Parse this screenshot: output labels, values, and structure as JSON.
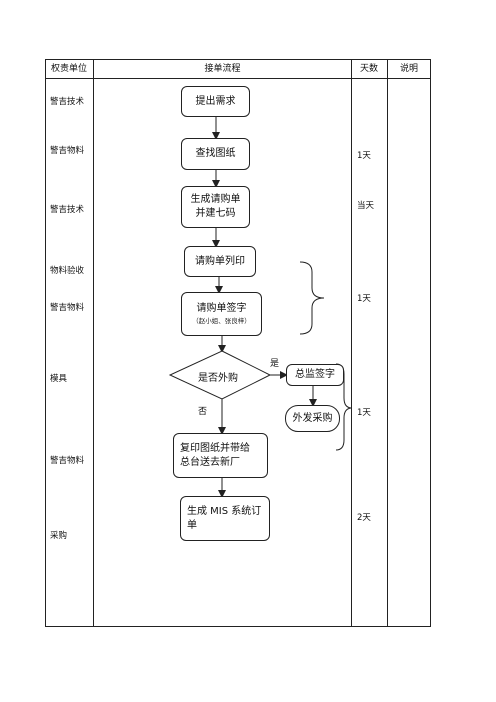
{
  "headers": {
    "dept": "权责单位",
    "flow": "接单流程",
    "days": "天数",
    "note": "说明"
  },
  "departments": [
    "警吉技术",
    "警吉物料",
    "警吉技术",
    "物料验收",
    "警吉物料",
    "模具",
    "警吉物料",
    "采购"
  ],
  "days": [
    "1天",
    "当天",
    "1天",
    "1天",
    "2天"
  ],
  "steps": {
    "s1": [
      "提出需求"
    ],
    "s2": [
      "查找图纸"
    ],
    "s3": [
      "生成请购单",
      "并建七码"
    ],
    "s4": [
      "请购单列印"
    ],
    "s5": [
      "请购单签字"
    ],
    "s5_sub": "（赵小姐、张良梓）",
    "decision": "是否外购",
    "yes": "是",
    "no": "否",
    "s6": [
      "总监签字"
    ],
    "s7": [
      "外发采购"
    ],
    "s8": [
      "复印图纸并带给",
      "总台送去新厂"
    ],
    "s9": [
      "生成 MIS 系统订",
      "单"
    ]
  }
}
